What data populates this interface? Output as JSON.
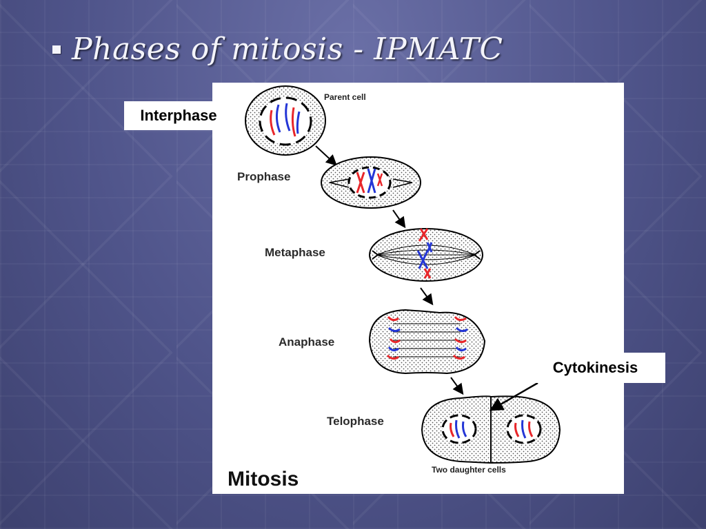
{
  "slide": {
    "title": "Phases of mitosis - IPMATC"
  },
  "callouts": {
    "interphase": "Interphase",
    "cytokinesis": "Cytokinesis"
  },
  "diagram": {
    "parent_cell_label": "Parent cell",
    "phases": {
      "prophase": "Prophase",
      "metaphase": "Metaphase",
      "anaphase": "Anaphase",
      "telophase": "Telophase"
    },
    "daughter_cells_label": "Two daughter cells",
    "main_label": "Mitosis",
    "colors": {
      "chromosome_red": "#e8262a",
      "chromosome_blue": "#2436d6",
      "outline": "#000000"
    }
  }
}
